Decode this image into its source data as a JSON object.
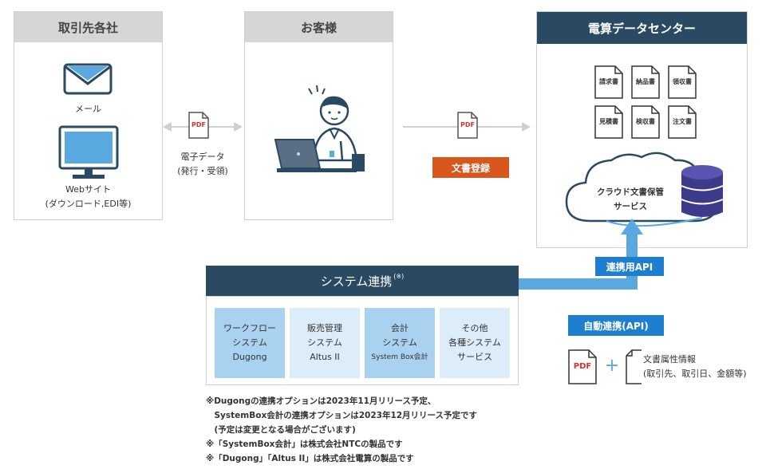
{
  "clients": {
    "title": "取引先各社",
    "mail_label": "メール",
    "web_label_1": "Webサイト",
    "web_label_2": "(ダウンロード,EDI等)"
  },
  "customer": {
    "title": "お客様"
  },
  "datacenter": {
    "title": "電算データセンター",
    "documents": [
      "請求書",
      "納品書",
      "領収書",
      "見積書",
      "検収書",
      "注文書"
    ],
    "cloud_label_1": "クラウド文書保管",
    "cloud_label_2": "サービス"
  },
  "left_flow": {
    "pdf_label": "PDF",
    "caption_1": "電子データ",
    "caption_2": "(発行・受領)"
  },
  "right_flow": {
    "pdf_label": "PDF",
    "badge": "文書登録"
  },
  "api": {
    "link_badge": "連携用API",
    "auto_badge": "自動連携(API)",
    "pdf_label": "PDF",
    "plus": "+",
    "attr_1": "文書属性情報",
    "attr_2": "(取引先、取引日、金額等)"
  },
  "system": {
    "title": "システム連携",
    "title_mark": "(※)",
    "tiles": [
      {
        "line1": "ワークフロー",
        "line2": "システム",
        "line3": "Dugong"
      },
      {
        "line1": "販売管理",
        "line2": "システム",
        "line3": "Altus II"
      },
      {
        "line1": "会計",
        "line2": "システム",
        "line3": "System Box会計"
      },
      {
        "line1": "その他",
        "line2": "各種システム",
        "line3": "サービス"
      }
    ]
  },
  "notes": [
    "※Dugongの連携オプションは2023年11月リリース予定、",
    "　SystemBox会計の連携オプションは2023年12月リリース予定です",
    "　(予定は変更となる場合がございます)",
    "※「SystemBox会計」は株式会社NTCの製品です",
    "※「Dugong」「Altus II」は株式会社電算の製品です"
  ],
  "colors": {
    "navy": "#2a4a63",
    "gray_header": "#d6d6d6",
    "orange_badge": "#d9571d",
    "blue_badge": "#1f7fcf",
    "pdf_red": "#d9302c",
    "tile_dark": "#a9d2f0",
    "tile_light": "#dcecf8",
    "arrow_blue": "#5aa8e0"
  }
}
